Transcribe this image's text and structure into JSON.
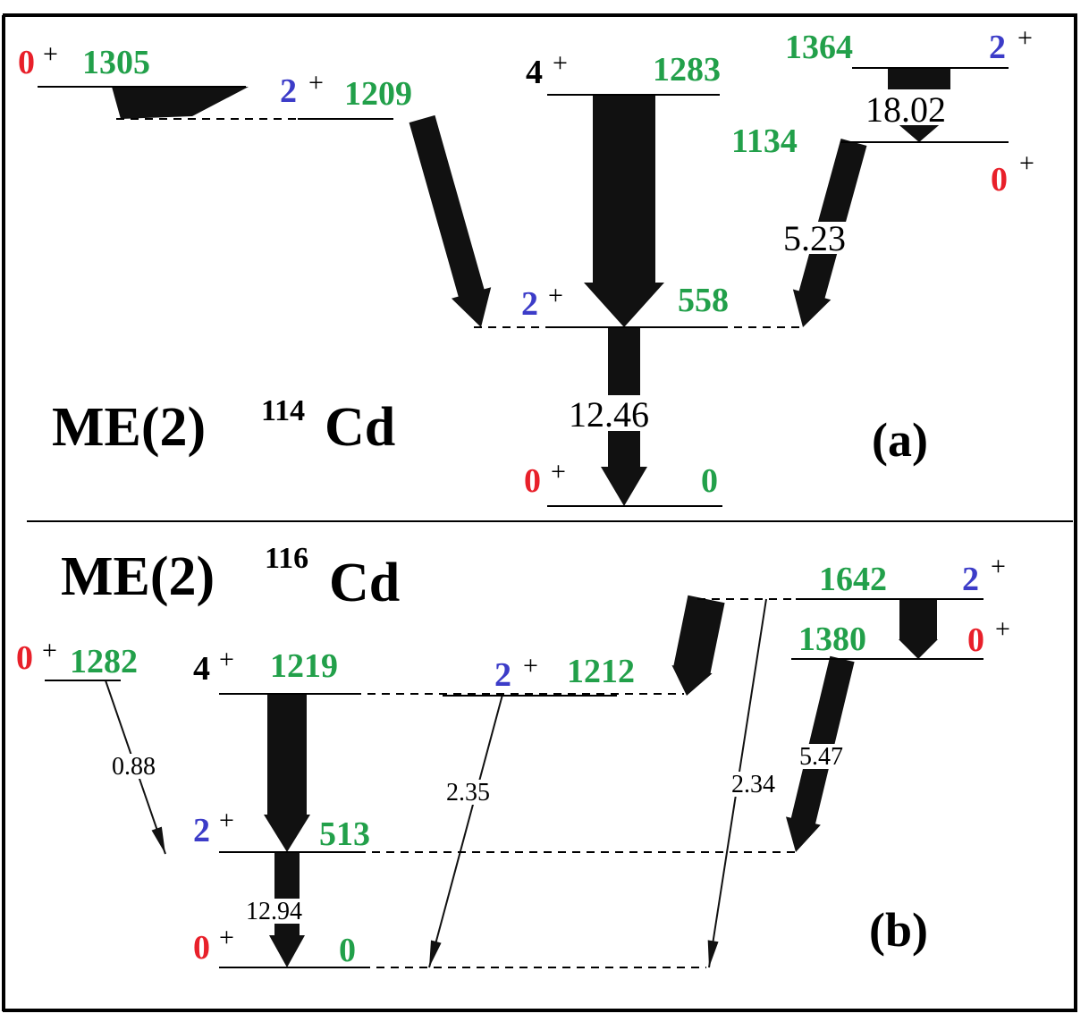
{
  "colors": {
    "energy": "#22a04a",
    "spin0": "#e8202a",
    "spin2": "#3c3cc8",
    "arrow": "#111111"
  },
  "panel_a": {
    "title": "ME(2)",
    "mass": "114",
    "element": "Cd",
    "label": "(a)",
    "levels": {
      "l1305": {
        "spin": "0",
        "parity": "+",
        "energy": "1305"
      },
      "l1209": {
        "spin": "2",
        "parity": "+",
        "energy": "1209"
      },
      "l1283": {
        "spin": "4",
        "parity": "+",
        "energy": "1283"
      },
      "l1364": {
        "spin": "2",
        "parity": "+",
        "energy": "1364"
      },
      "l1134": {
        "spin": "0",
        "parity": "+",
        "energy": "1134"
      },
      "l558": {
        "spin": "2",
        "parity": "+",
        "energy": "558"
      },
      "l0": {
        "spin": "0",
        "parity": "+",
        "energy": "0"
      }
    },
    "transitions": {
      "t1364_1134": "18.02",
      "t1134_558": "5.23",
      "t558_0": "12.46"
    }
  },
  "panel_b": {
    "title": "ME(2)",
    "mass": "116",
    "element": "Cd",
    "label": "(b)",
    "levels": {
      "l1282": {
        "spin": "0",
        "parity": "+",
        "energy": "1282"
      },
      "l1219": {
        "spin": "4",
        "parity": "+",
        "energy": "1219"
      },
      "l1212": {
        "spin": "2",
        "parity": "+",
        "energy": "1212"
      },
      "l1642": {
        "spin": "2",
        "parity": "+",
        "energy": "1642"
      },
      "l1380": {
        "spin": "0",
        "parity": "+",
        "energy": "1380"
      },
      "l513": {
        "spin": "2",
        "parity": "+",
        "energy": "513"
      },
      "l0": {
        "spin": "0",
        "parity": "+",
        "energy": "0"
      }
    },
    "transitions": {
      "t1282_513": "0.88",
      "t1212_0": "2.35",
      "t1642_0": "2.34",
      "t1380_513": "5.47",
      "t513_0": "12.94"
    }
  }
}
